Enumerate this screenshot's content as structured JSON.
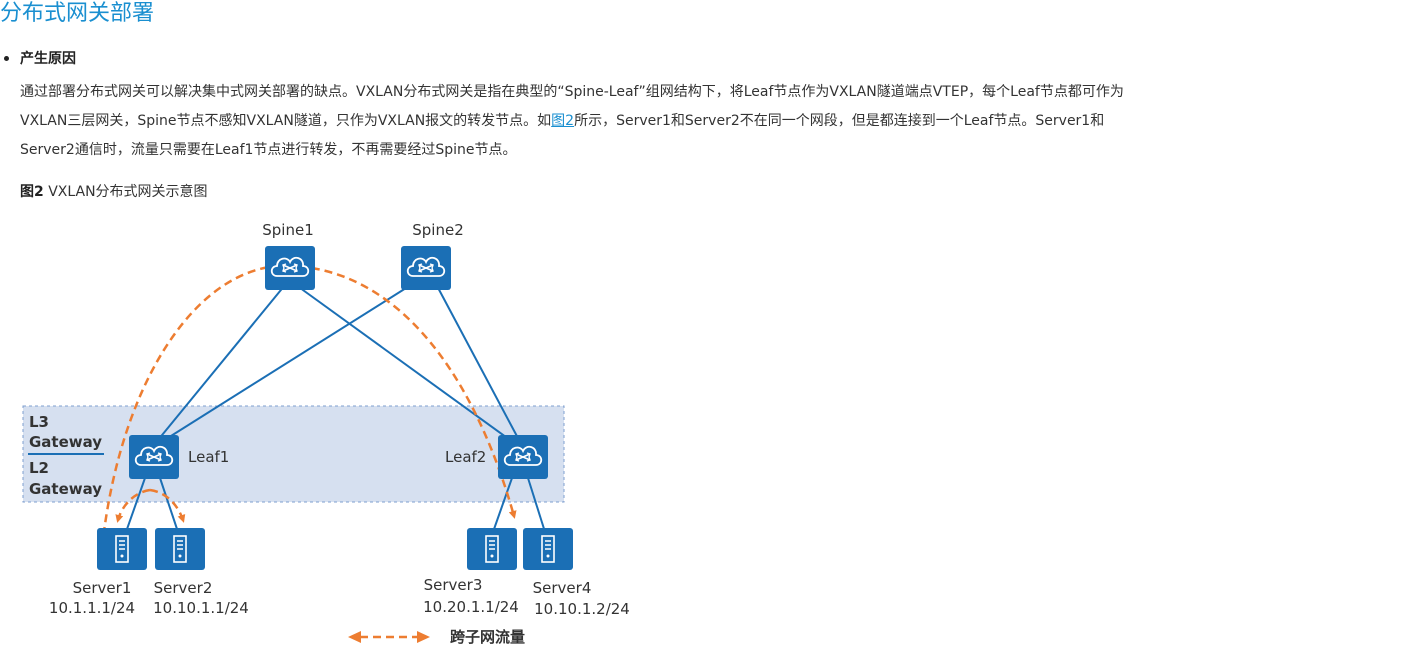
{
  "page": {
    "title": "分布式网关部署",
    "section_heading": "产生原因",
    "paragraph_1": "通过部署分布式网关可以解决集中式网关部署的缺点。VXLAN分布式网关是指在典型的“Spine-Leaf”组网结构下，将Leaf节点作为VXLAN隧道端点VTEP，每个Leaf节点都可作为",
    "paragraph_2a": "VXLAN三层网关，Spine节点不感知VXLAN隧道，只作为VXLAN报文的转发节点。如",
    "paragraph_link": "图2",
    "paragraph_2b": "所示，Server1和Server2不在同一个网段，但是都连接到一个Leaf节点。Server1和",
    "paragraph_3": "Server2通信时，流量只需要在Leaf1节点进行转发，不再需要经过Spine节点。",
    "figure_caption_label": "图2",
    "figure_caption_text": " VXLAN分布式网关示意图"
  },
  "diagram": {
    "spines": [
      {
        "name": "Spine1"
      },
      {
        "name": "Spine2"
      }
    ],
    "leaves": [
      {
        "name": "Leaf1"
      },
      {
        "name": "Leaf2"
      }
    ],
    "gateway_labels": {
      "l3_line1": "L3",
      "l3_line2": "Gateway",
      "l2_line1": "L2",
      "l2_line2": "Gateway"
    },
    "servers": [
      {
        "name": "Server1",
        "ip": "10.1.1.1/24"
      },
      {
        "name": "Server2",
        "ip": "10.10.1.1/24"
      },
      {
        "name": "Server3",
        "ip": "10.20.1.1/24"
      },
      {
        "name": "Server4",
        "ip": "10.10.1.2/24"
      }
    ],
    "legend": {
      "label": "跨子网流量"
    },
    "colors": {
      "device_blue": "#1b6fb5",
      "link_blue": "#1b6fb5",
      "traffic_orange": "#ed7d31",
      "gateway_band": "#d6e0f0"
    }
  }
}
